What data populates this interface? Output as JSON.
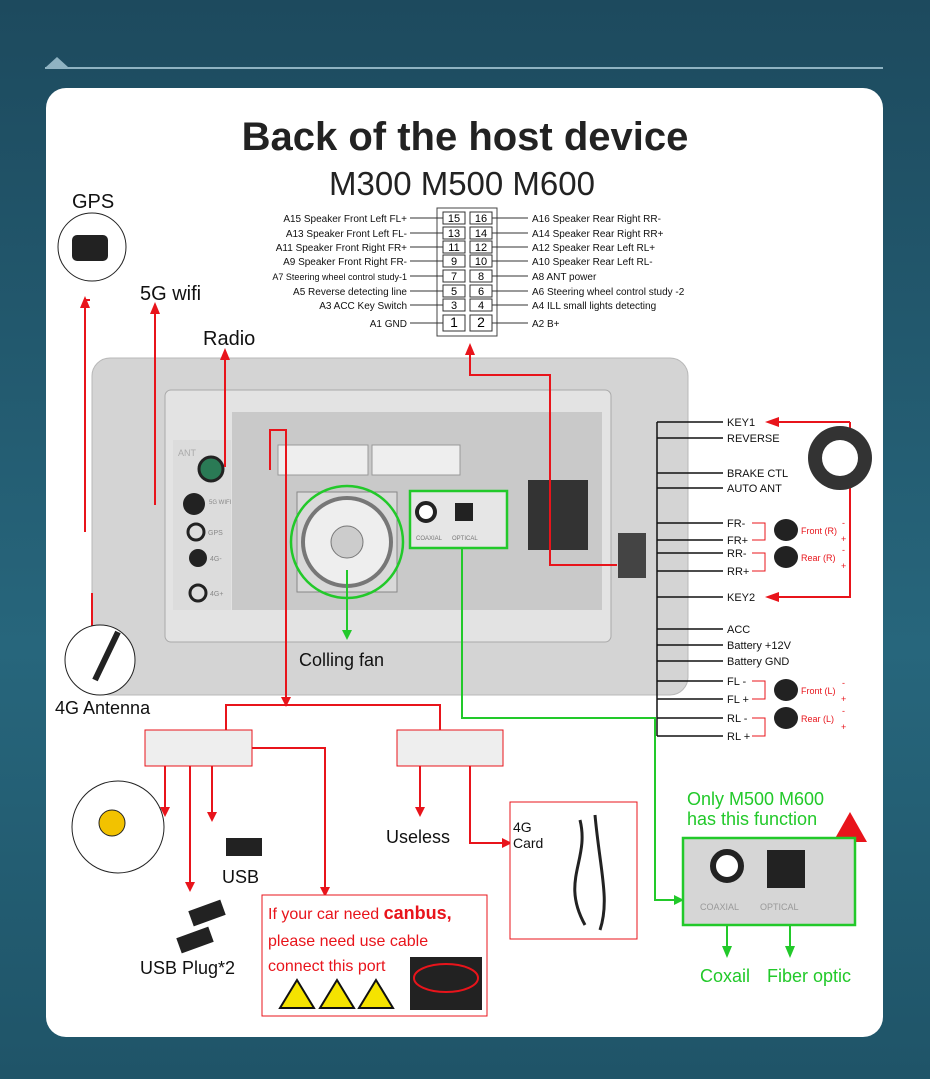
{
  "title": "Back of the host device",
  "subtitle": "M300 M500 M600",
  "pinout": {
    "left": [
      {
        "pin": "15",
        "label": "A15  Speaker Front Left FL+"
      },
      {
        "pin": "13",
        "label": "A13  Speaker Front Left FL-"
      },
      {
        "pin": "11",
        "label": "A11  Speaker Front Right FR+"
      },
      {
        "pin": "9",
        "label": "A9    Speaker Front Right FR-"
      },
      {
        "pin": "7",
        "label": "A7  Steering wheel control study-1"
      },
      {
        "pin": "5",
        "label": "A5   Reverse detecting line"
      },
      {
        "pin": "3",
        "label": "A3 ACC Key Switch"
      },
      {
        "pin": "1",
        "label": "A1 GND"
      }
    ],
    "right": [
      {
        "pin": "16",
        "label": "A16 Speaker Rear Right RR-"
      },
      {
        "pin": "14",
        "label": "A14 Speaker Rear Right RR+"
      },
      {
        "pin": "12",
        "label": "A12 Speaker Rear Left RL+"
      },
      {
        "pin": "10",
        "label": "A10 Speaker Rear Left RL-"
      },
      {
        "pin": "8",
        "label": "A8   ANT power"
      },
      {
        "pin": "6",
        "label": "A6   Steering wheel control study -2"
      },
      {
        "pin": "4",
        "label": "A4   ILL small lights detecting"
      },
      {
        "pin": "2",
        "label": "A2   B+"
      }
    ]
  },
  "callouts": {
    "gps": "GPS",
    "wifi": "5G wifi",
    "radio": "Radio",
    "fan": "Colling fan",
    "antenna_4g": "4G Antenna",
    "usb": "USB",
    "usb_plug": "USB Plug*2",
    "useless": "Useless",
    "card_4g_line1": "4G",
    "card_4g_line2": "Card",
    "only_line1": "Only M500 M600",
    "only_line2": "has this function",
    "coxail": "Coxail",
    "fiber": "Fiber optic"
  },
  "device_labels": {
    "ant": "ANT",
    "wifi": "5G WIFI",
    "gps": "GPS",
    "g4minus": "4G-",
    "g4plus": "4G+",
    "coaxial": "COAXIAL",
    "optical": "OPTICAL"
  },
  "harness": [
    {
      "label": "KEY1"
    },
    {
      "label": "REVERSE"
    },
    {
      "label": "BRAKE CTL"
    },
    {
      "label": "AUTO ANT"
    },
    {
      "label": "FR-"
    },
    {
      "label": "FR+"
    },
    {
      "label": "RR-"
    },
    {
      "label": "RR+"
    },
    {
      "label": "KEY2"
    },
    {
      "label": "ACC"
    },
    {
      "label": "Battery +12V"
    },
    {
      "label": "Battery GND"
    },
    {
      "label": "FL -"
    },
    {
      "label": "FL +"
    },
    {
      "label": "RL -"
    },
    {
      "label": "RL +"
    }
  ],
  "speakers": [
    "Front (R)",
    "Rear (R)",
    "Front (L)",
    "Rear (L)"
  ],
  "canbus": {
    "line1_prefix": "If your car need ",
    "line1_bold": "canbus,",
    "line2": "please need use cable",
    "line3": "connect this port"
  },
  "colors": {
    "red": "#e8141b",
    "green": "#22c92a",
    "teal_bg": "#1f5468"
  }
}
